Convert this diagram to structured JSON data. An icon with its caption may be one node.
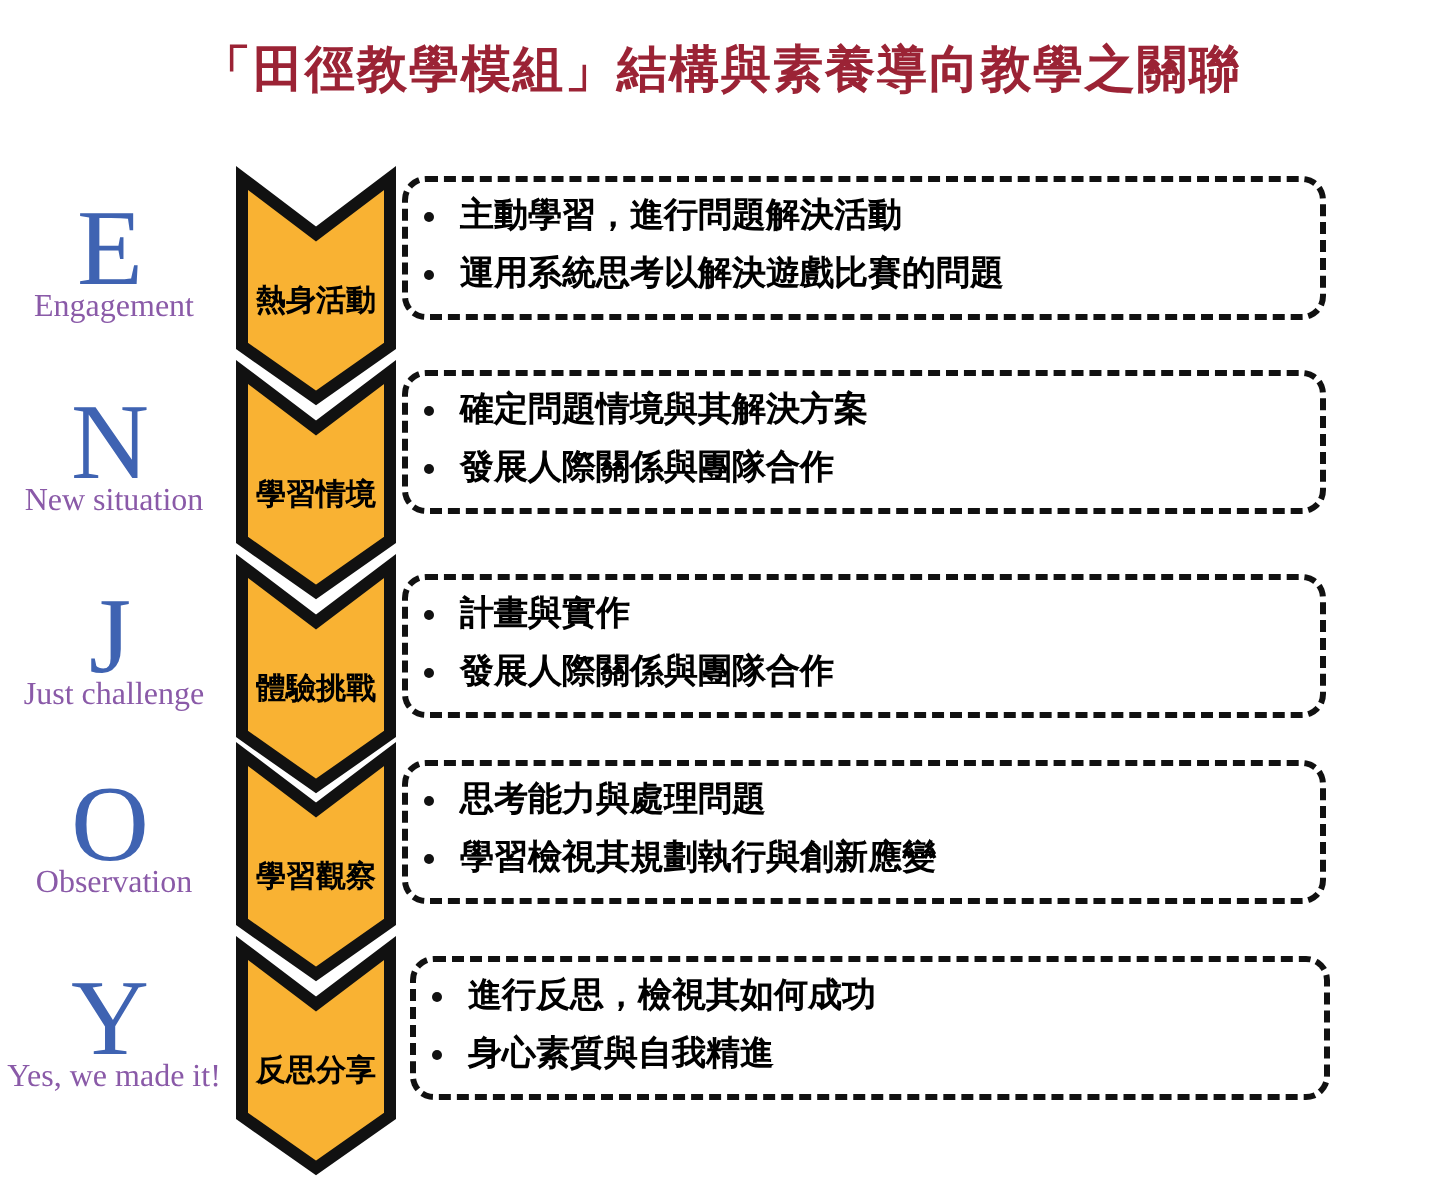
{
  "diagram": {
    "title": "「田徑教學模組」結構與素養導向教學之關聯",
    "nodes": [
      {
        "text": [
          "熱身活動"
        ],
        "beside": [
          "E",
          "Engagement"
        ]
      },
      {
        "text": [
          "主動學習，進行問題解決活動",
          "運用系統思考以解決遊戲比賽的問題"
        ]
      },
      {
        "text": [
          "學習情境"
        ],
        "beside": [
          "N",
          "New situation"
        ]
      },
      {
        "text": [
          "確定問題情境與其解決方案",
          "發展人際關係與團隊合作"
        ]
      },
      {
        "text": [
          "體驗挑戰"
        ],
        "beside": [
          "J",
          "Just challenge"
        ]
      },
      {
        "text": [
          "計畫與實作",
          "發展人際關係與團隊合作"
        ]
      },
      {
        "text": [
          "學習觀察"
        ],
        "beside": [
          "O",
          "Observation"
        ]
      },
      {
        "text": [
          "思考能力與處理問題",
          "學習檢視其規劃執行與創新應變"
        ]
      },
      {
        "text": [
          "反思分享"
        ],
        "beside": [
          "Y",
          "Yes, we made it!"
        ]
      },
      {
        "text": [
          "進行反思，檢視其如何成功",
          "身心素質與自我精進"
        ]
      }
    ]
  }
}
